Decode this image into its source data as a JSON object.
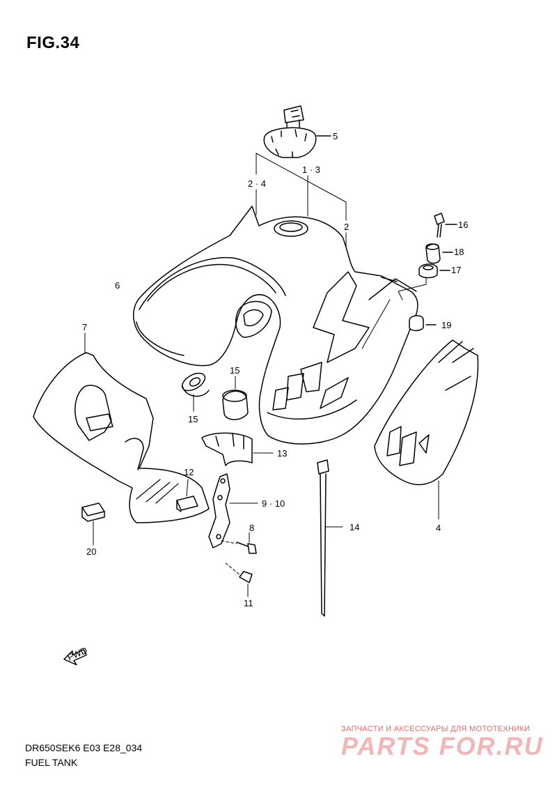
{
  "figure": {
    "title": "FIG.34"
  },
  "footer": {
    "model_code": "DR650SEK6 E03 E28_034",
    "section_name": "FUEL TANK"
  },
  "fwd_arrow": {
    "label": "FWD"
  },
  "watermark": {
    "tagline": "ЗАПЧАСТИ И АКСЕССУАРЫ ДЛЯ МОТОТЕХНИКИ",
    "logo": "PARTS FOR.RU"
  },
  "callouts": {
    "c1_3": "1 · 3",
    "c2_4": "2 · 4",
    "c2": "2",
    "c4": "4",
    "c5": "5",
    "c6": "6",
    "c7": "7",
    "c8": "8",
    "c9_10": "9 · 10",
    "c11": "11",
    "c12": "12",
    "c13": "13",
    "c14": "14",
    "c15a": "15",
    "c15b": "15",
    "c16": "16",
    "c17": "17",
    "c18": "18",
    "c19": "19",
    "c20": "20"
  }
}
